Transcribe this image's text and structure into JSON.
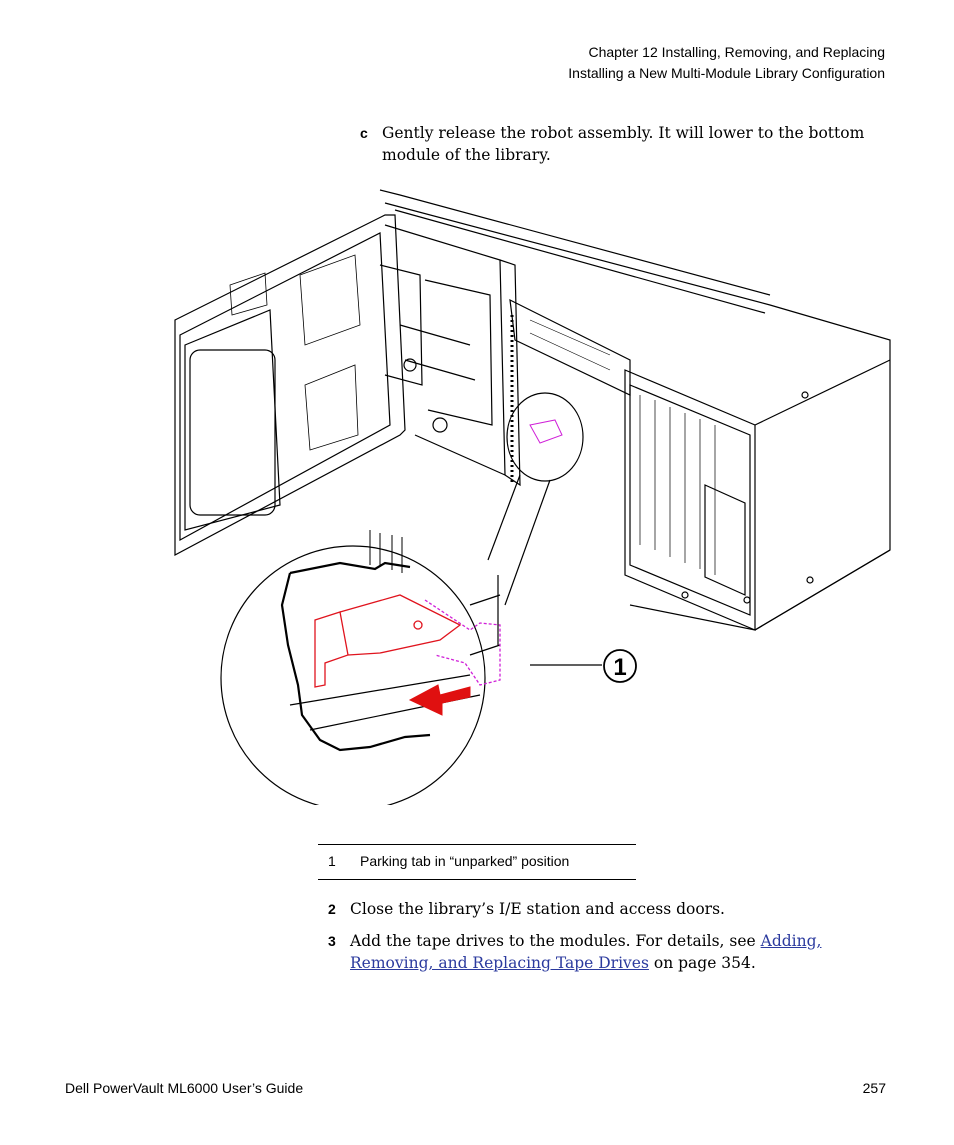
{
  "header": {
    "chapter": "Chapter 12  Installing, Removing, and Replacing",
    "section": "Installing a New Multi-Module Library Configuration"
  },
  "steps": {
    "c": {
      "marker": "c",
      "text": "Gently release the robot assembly. It will lower to the bottom module of the library."
    },
    "s2": {
      "marker": "2",
      "text": "Close the library’s I/E station and access doors."
    },
    "s3": {
      "marker": "3",
      "text_before": "Add the tape drives to the modules. For details, see ",
      "link": "Adding, Removing, and Replacing Tape Drives",
      "text_after": " on page 354."
    }
  },
  "figure": {
    "callout": "1",
    "colors": {
      "line": "#000000",
      "tab": "#e0141e",
      "tab_alt": "#d020d8",
      "arrow": "#e01010"
    }
  },
  "legend": {
    "number": "1",
    "text": "Parking tab in “unparked” position"
  },
  "footer": {
    "title": "Dell PowerVault ML6000 User’s Guide",
    "page": "257"
  }
}
